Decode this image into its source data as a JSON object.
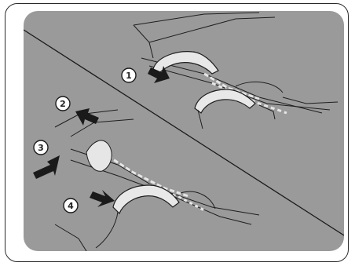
{
  "figure": {
    "callouts": [
      {
        "number": "1"
      },
      {
        "number": "2"
      },
      {
        "number": "3"
      },
      {
        "number": "4"
      }
    ],
    "colors": {
      "background": "#9a9a9a",
      "frame": "#2a2a2a",
      "hair": "#e6e6e6",
      "outline": "#1e1e1e"
    },
    "icons": [
      "push-arrow-icon"
    ]
  }
}
